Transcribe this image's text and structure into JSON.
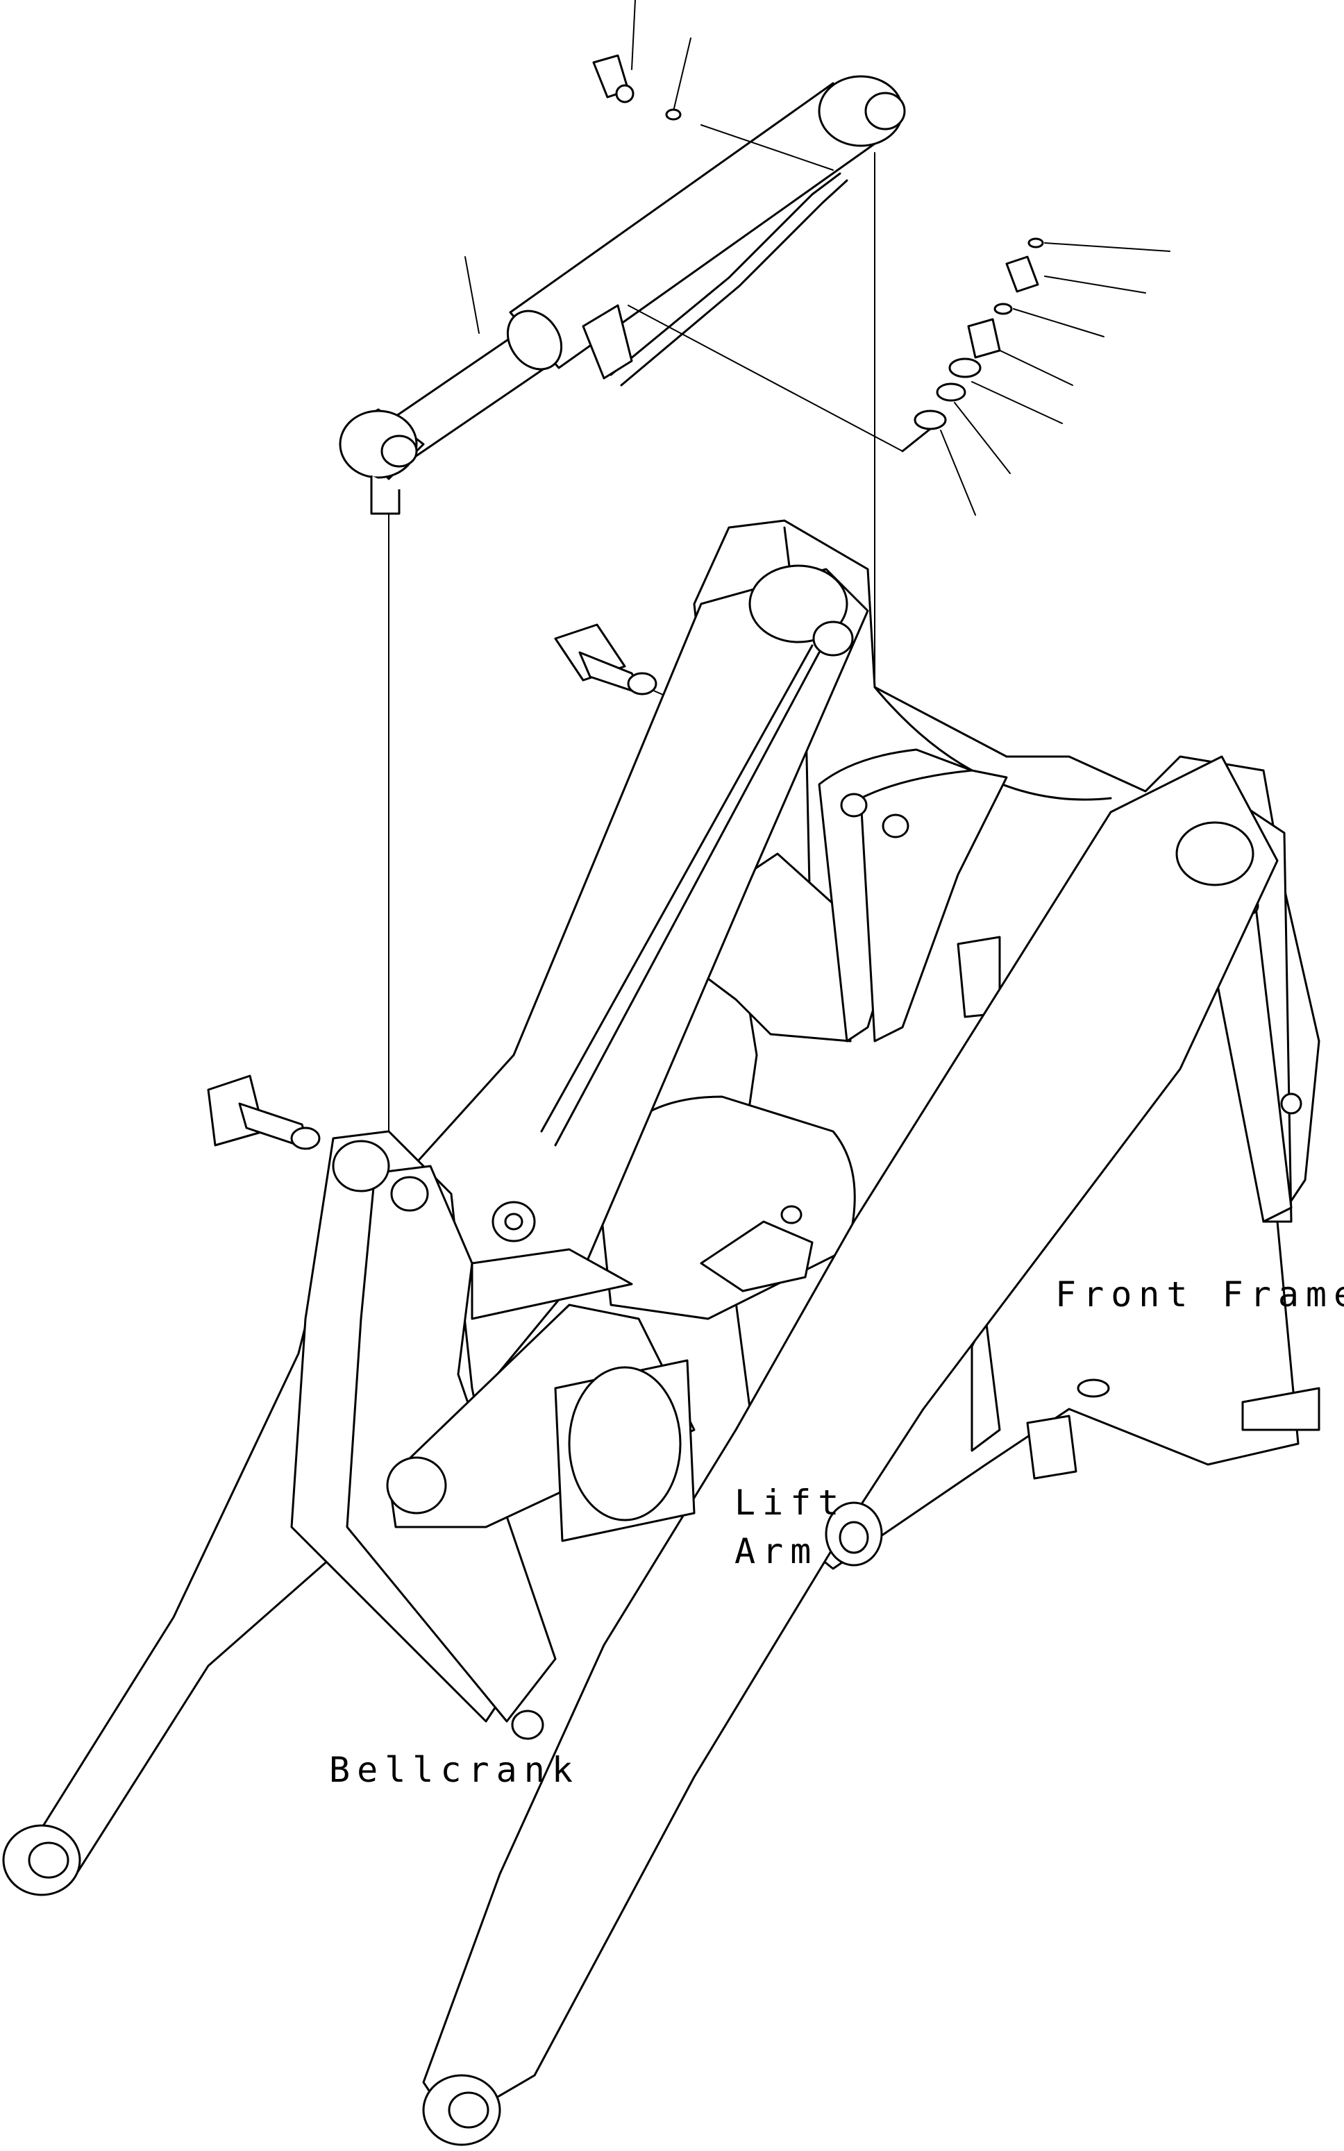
{
  "labels": {
    "front_frame": "Front Frame",
    "lift_arm": "Lift\nArm",
    "bellcrank": "Bellcrank"
  },
  "colors": {
    "line": "#000000",
    "background": "#ffffff"
  }
}
